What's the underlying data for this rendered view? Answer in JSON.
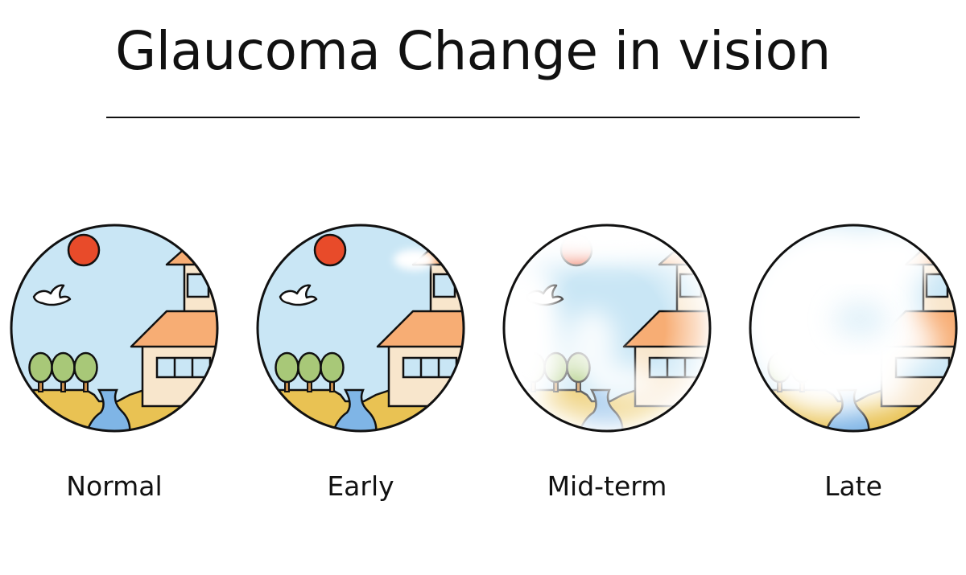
{
  "title": "Glaucoma Change in vision",
  "stages": [
    {
      "label": "Normal"
    },
    {
      "label": "Early"
    },
    {
      "label": "Mid-term"
    },
    {
      "label": "Late"
    }
  ],
  "colors": {
    "sky": "#c9e6f5",
    "sun": "#e84b2a",
    "roof": "#f7ad74",
    "wall": "#f8e6cc",
    "tree": "#a8c878",
    "trunk": "#c98d4a",
    "ground": "#e9c253",
    "river": "#7fb5e6",
    "outline": "#111111"
  }
}
